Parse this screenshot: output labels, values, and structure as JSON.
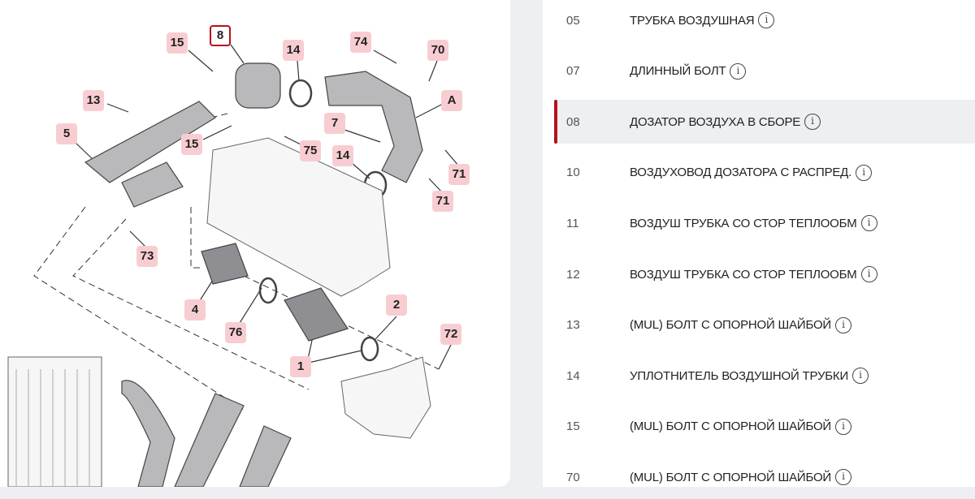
{
  "diagram": {
    "callouts": [
      "15",
      "8",
      "14",
      "74",
      "70",
      "13",
      "A",
      "5",
      "7",
      "15",
      "75",
      "14",
      "71",
      "71",
      "73",
      "4",
      "2",
      "76",
      "72",
      "1"
    ],
    "selected": "8"
  },
  "parts": [
    {
      "num": "05",
      "name": "ТРУБКА ВОЗДУШНАЯ"
    },
    {
      "num": "07",
      "name": "ДЛИННЫЙ БОЛТ"
    },
    {
      "num": "08",
      "name": "ДОЗАТОР ВОЗДУХА В СБОРЕ",
      "selected": true
    },
    {
      "num": "10",
      "name": "ВОЗДУХОВОД ДОЗАТОРА С РАСПРЕД."
    },
    {
      "num": "11",
      "name": "ВОЗДУШ ТРУБКА СО СТОР ТЕПЛООБМ"
    },
    {
      "num": "12",
      "name": "ВОЗДУШ ТРУБКА СО СТОР ТЕПЛООБМ"
    },
    {
      "num": "13",
      "name": "(MUL) БОЛТ С ОПОРНОЙ ШАЙБОЙ"
    },
    {
      "num": "14",
      "name": "УПЛОТНИТЕЛЬ ВОЗДУШНОЙ ТРУБКИ"
    },
    {
      "num": "15",
      "name": "(MUL) БОЛТ С ОПОРНОЙ ШАЙБОЙ"
    },
    {
      "num": "70",
      "name": "(MUL) БОЛТ С ОПОРНОЙ ШАЙБОЙ"
    }
  ],
  "info_glyph": "i",
  "colors": {
    "accent": "#b5121b",
    "callout": "#f8cdd2"
  }
}
